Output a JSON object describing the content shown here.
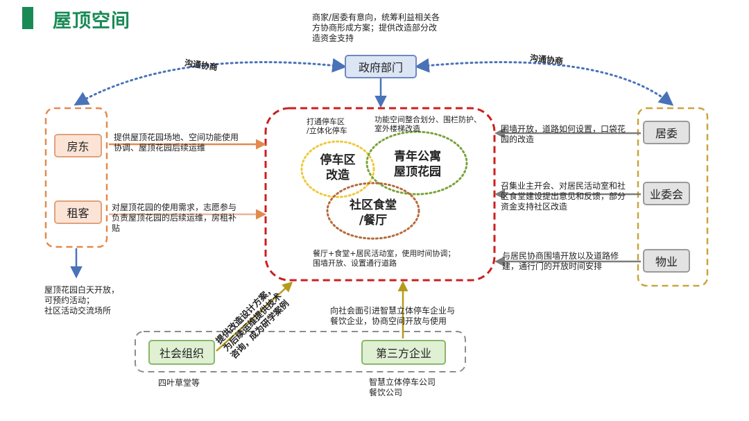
{
  "title": "屋顶空间",
  "government": {
    "label": "政府部门",
    "note": [
      "商家/居委有意向，统筹利益相关各",
      "方协商形成方案；提供改造部分改",
      "造资金支持"
    ]
  },
  "communication_left": "沟通协商",
  "communication_right": "沟通协商",
  "left_group": {
    "landlord": "房东",
    "tenant": "租客",
    "landlord_note": [
      "提供屋顶花园场地、空间功能使用",
      "协调、屋顶花园后续运维"
    ],
    "tenant_note": [
      "对屋顶花园的使用需求，志愿参与",
      "负责屋顶花园的后续运维，房租补",
      "贴"
    ],
    "outcome_note": [
      "屋顶花园白天开放，",
      "可预约活动；",
      "社区活动交流场所"
    ]
  },
  "right_group": {
    "residents_committee": "居委",
    "owners_committee": "业委会",
    "property": "物业",
    "rc_note": [
      "围墙开放，道路如何设置，口袋花",
      "园的改造"
    ],
    "oc_note": [
      "召集业主开会、对居民活动室和社",
      "区食堂建设提出意见和反馈，部分",
      "资金支持社区改造"
    ],
    "prop_note": [
      "与居民协商围墙开放以及道路修",
      "建，通行门的开放时间安排"
    ]
  },
  "center": {
    "circle_parking": [
      "停车区",
      "改造"
    ],
    "circle_youth": [
      "青年公寓",
      "屋顶花园"
    ],
    "circle_canteen": [
      "社区食堂",
      "/餐厅"
    ],
    "note_parking": [
      "打通停车区",
      "/立体化停车"
    ],
    "note_youth": [
      "功能空间整合划分、围栏防护、",
      "室外楼梯改造"
    ],
    "note_bottom": [
      "餐厅+食堂+居民活动室，使用时间协调；",
      "围墙开放、设置通行道路"
    ]
  },
  "bottom_group": {
    "social_org": "社会组织",
    "third_party": "第三方企业",
    "social_org_sub": "四叶草堂等",
    "third_party_sub": [
      "智慧立体停车公司",
      "餐饮公司"
    ],
    "third_party_note": [
      "向社会面引进智慧立体停车企业与",
      "餐饮企业，协商空间开放与使用"
    ],
    "social_org_note": [
      "提供改造设计方案，",
      "为后续运维提供技术",
      "咨询，成为研学案例"
    ]
  },
  "colors": {
    "title_green": "#1a8a55",
    "arrow_blue": "#4a72b8",
    "arrow_orange": "#e38a4e",
    "arrow_gray": "#8c8c8c",
    "arrow_gold": "#b59a1d",
    "center_red": "#cc1f1f",
    "circle_yellow": "#f0c93a",
    "circle_green": "#7aa33a",
    "circle_brown": "#b56a3a"
  }
}
